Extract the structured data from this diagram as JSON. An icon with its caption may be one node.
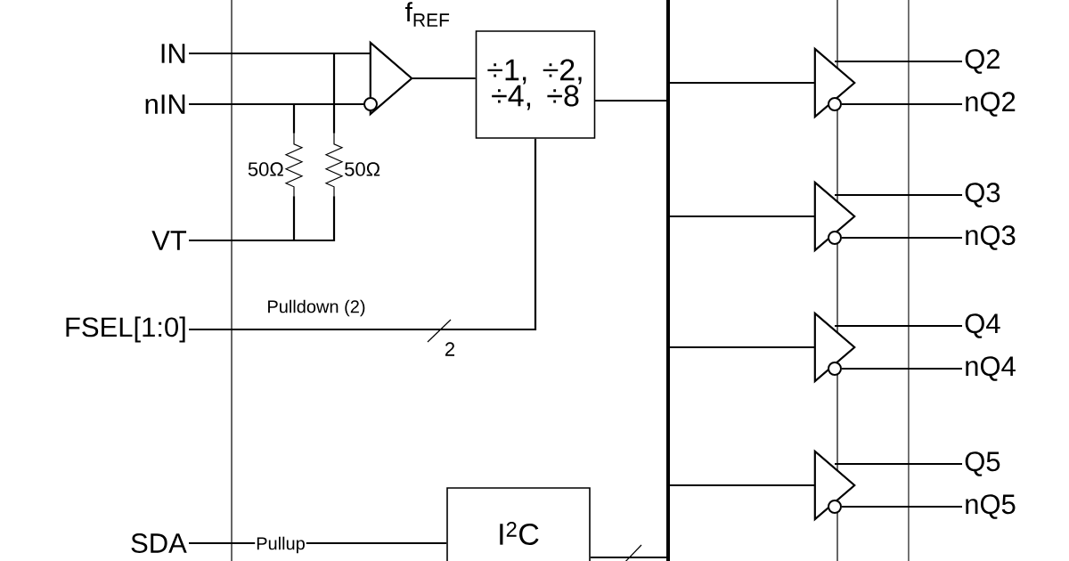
{
  "diagram": {
    "nodes": [
      {
        "text": [
          "IN"
        ]
      },
      {
        "text": [
          "nIN"
        ]
      },
      {
        "text": [
          "VT"
        ]
      },
      {
        "text": [
          "FSEL[1:0]"
        ]
      },
      {
        "text": [
          "SDA"
        ]
      },
      {
        "text": [],
        "shape": "triangle"
      },
      {
        "text": [
          "÷1, ÷2, ÷4, ÷8"
        ]
      },
      {
        "text": [
          "I$^{2}$C"
        ]
      },
      {
        "text": [],
        "shape": "resistor",
        "beside": [
          "50Ω"
        ]
      },
      {
        "text": [],
        "shape": "resistor",
        "beside": [
          "50Ω"
        ]
      },
      {
        "text": [],
        "shape": "triangle"
      },
      {
        "text": [],
        "shape": "triangle"
      },
      {
        "text": [],
        "shape": "triangle"
      },
      {
        "text": [],
        "shape": "triangle"
      },
      {
        "text": [
          "Q2"
        ]
      },
      {
        "text": [
          "nQ2"
        ]
      },
      {
        "text": [
          "Q3"
        ]
      },
      {
        "text": [
          "nQ3"
        ]
      },
      {
        "text": [
          "Q4"
        ]
      },
      {
        "text": [
          "nQ4"
        ]
      },
      {
        "text": [
          "Q5"
        ]
      },
      {
        "text": [
          "nQ5"
        ]
      }
    ],
    "edges": [
      {
        "from": 0,
        "to": 5,
        "arrow": "none"
      },
      {
        "from": 1,
        "to": 5,
        "arrow": "none"
      },
      {
        "from": 9,
        "to": 0,
        "arrow": "none"
      },
      {
        "from": 8,
        "to": 1,
        "arrow": "none"
      },
      {
        "from": 8,
        "to": 2,
        "arrow": "none"
      },
      {
        "from": 9,
        "to": 2,
        "arrow": "none"
      },
      {
        "from": 5,
        "to": 6,
        "arrow": "none"
      },
      {
        "from": 3,
        "to": 6,
        "arrow": "none",
        "label": "Pulldown (2)"
      },
      {
        "from": 4,
        "to": 7,
        "arrow": "none",
        "label": "Pullup"
      },
      {
        "from": 7,
        "to": null,
        "arrow": "none"
      },
      {
        "from": 6,
        "to": 10,
        "arrow": "none"
      },
      {
        "from": 6,
        "to": 11,
        "arrow": "none"
      },
      {
        "from": 6,
        "to": 12,
        "arrow": "none"
      },
      {
        "from": 6,
        "to": 13,
        "arrow": "none"
      },
      {
        "from": 10,
        "to": 14,
        "arrow": "none"
      },
      {
        "from": 10,
        "to": 15,
        "arrow": "none"
      },
      {
        "from": 11,
        "to": 16,
        "arrow": "none"
      },
      {
        "from": 11,
        "to": 17,
        "arrow": "none"
      },
      {
        "from": 12,
        "to": 18,
        "arrow": "none"
      },
      {
        "from": 12,
        "to": 19,
        "arrow": "none"
      },
      {
        "from": 13,
        "to": 20,
        "arrow": "none"
      },
      {
        "from": 13,
        "to": 21,
        "arrow": "none"
      }
    ],
    "labels": [
      "f$_{REF}$",
      "2"
    ]
  }
}
